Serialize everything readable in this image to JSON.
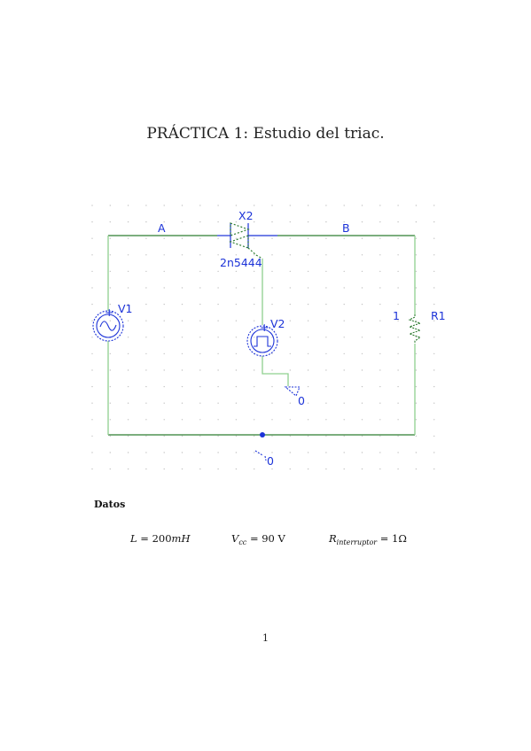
{
  "document": {
    "title": "PRÁCTICA 1: Estudio del triac."
  },
  "schematic": {
    "colors": {
      "wire": "#2e7d32",
      "wire_light": "#8fd08f",
      "label": "#1c33d8",
      "symbol": "#1c33d8",
      "grid_dot": "#c4c4c4"
    },
    "labels": {
      "node_a": "A",
      "node_b": "B",
      "triac_ref": "X2",
      "triac_model": "2n5444",
      "source_v1": "V1",
      "source_v2": "V2",
      "resistor_ref": "R1",
      "resistor_value": "1",
      "ground_gate": "0",
      "ground_main": "0"
    },
    "icons": {
      "triac": "triac-symbol-icon",
      "sine_source": "sine-source-icon",
      "pulse_source": "pulse-source-icon",
      "resistor": "resistor-icon",
      "ground": "ground-icon"
    }
  },
  "data_section": {
    "heading": "Datos",
    "L": {
      "symbol": "L",
      "value": "= 200",
      "unit": "mH"
    },
    "Vcc": {
      "symbol": "V",
      "sub": "cc",
      "value": "= 90 V"
    },
    "R": {
      "symbol": "R",
      "sub": "interruptor",
      "value": "= 1Ω"
    }
  },
  "page_number": "1"
}
